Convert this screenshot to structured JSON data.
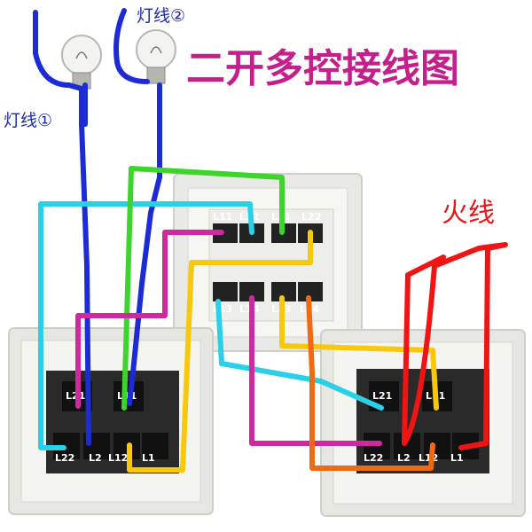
{
  "title": "二开多控接线图",
  "lamp1_label": "灯线①",
  "lamp2_label": "灯线②",
  "live_label": "火线",
  "middle_switch": {
    "top_terminals": [
      "L11",
      "L12",
      "L21",
      "L22"
    ],
    "bottom_terminals": [
      "L13",
      "L14",
      "L23",
      "L24"
    ]
  },
  "left_switch": {
    "top_terminals": [
      "L21",
      "L11"
    ],
    "bottom_terminals": [
      "L22",
      "L2",
      "L12",
      "L1"
    ]
  },
  "right_switch": {
    "top_terminals": [
      "L21",
      "L11"
    ],
    "bottom_terminals": [
      "L22",
      "L2",
      "L12",
      "L1"
    ]
  },
  "wire_colors": {
    "lamp": "#1d2bd6",
    "live": "#f01414",
    "cyan": "#29d0e6",
    "green": "#3dd42c",
    "magenta": "#d0289e",
    "yellow": "#f7c80c",
    "orange": "#f06a12"
  }
}
